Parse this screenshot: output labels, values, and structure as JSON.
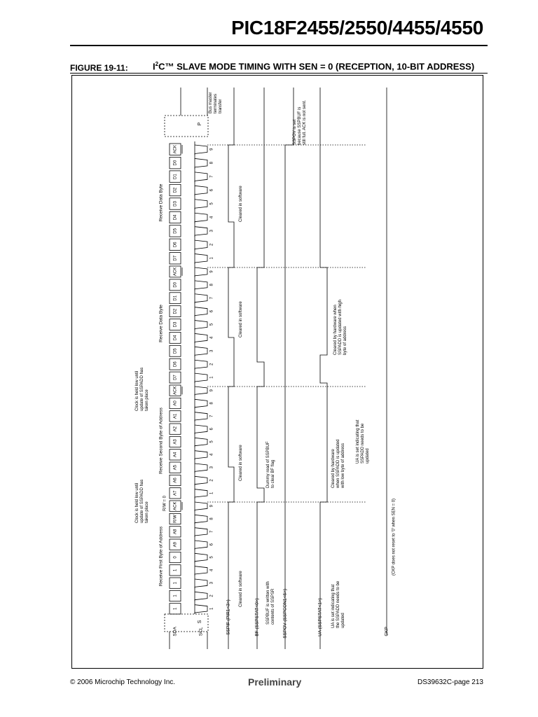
{
  "header": {
    "title": "PIC18F2455/2550/4455/4550"
  },
  "figure": {
    "number": "FIGURE 19-11:",
    "title_pre": "I",
    "title_sup": "2",
    "title_post": "C™ SLAVE MODE TIMING WITH SEN = 0 (RECEPTION, 10-BIT ADDRESS)"
  },
  "diagram": {
    "signals": {
      "sda": "SDA",
      "scl": "SCL",
      "sspif": "SSPIF (PIR1<3>)",
      "bf": "BF (SSPSTAT<0>)",
      "sspov": "SSPOV (SSPCON1<6>)",
      "ua": "UA (SSPSTAT<1>)",
      "ckp": "CKP"
    },
    "scl_markers": {
      "start": "S",
      "stop": "P"
    },
    "sda_bytes": [
      [
        "1",
        "1",
        "1",
        "1",
        "0",
        "A9",
        "A8",
        "R/W",
        "ACK"
      ],
      [
        "A7",
        "A6",
        "A5",
        "A4",
        "A3",
        "A2",
        "A1",
        "A0",
        "ACK"
      ],
      [
        "D7",
        "D6",
        "D5",
        "D4",
        "D3",
        "D2",
        "D1",
        "D0",
        "ACK"
      ],
      [
        "D7",
        "D6",
        "D5",
        "D4",
        "D3",
        "D2",
        "D1",
        "D0",
        "ACK"
      ]
    ],
    "clock_numbers": [
      "1",
      "2",
      "3",
      "4",
      "5",
      "6",
      "7",
      "8",
      "9"
    ],
    "rw_label": "R/W = 0",
    "byte_labels": [
      "Receive First Byte of Address",
      "Receive Second Byte of Address",
      "Receive Data Byte",
      "Receive Data Byte"
    ],
    "annotations": {
      "clock_held_1": [
        "Clock is held low until",
        "update of SSPADD has",
        "taken place"
      ],
      "clock_held_2": [
        "Clock is held low until",
        "update of SSPADD has",
        "taken place"
      ],
      "bus_master": [
        "Bus master",
        "terminates",
        "transfer"
      ],
      "cleared_sw": "Cleared in software",
      "sspbuf_written": [
        "SSPBUF is written with",
        "contents of SSPSR"
      ],
      "dummy_read": [
        "Dummy read of SSPBUF",
        "to clear BF flag"
      ],
      "ua_set_1": [
        "UA is set indicating that",
        "the SSPADD needs to be",
        "updated"
      ],
      "cleared_hw_low": [
        "Cleared by hardware",
        "when SSPADD is updated",
        "with low byte of address"
      ],
      "ua_set_2": [
        "UA is set indicating that",
        "SSPADD needs to be",
        "updated"
      ],
      "cleared_hw_high": [
        "Cleared by hardware when",
        "SSPADD is updated with high",
        "byte of address"
      ],
      "sspov_set": [
        "SSPOV is set",
        "because SSPBUF is",
        "still full. ACK is not sent."
      ],
      "ckp_note": "(CKP does not reset to '0' when SEN = 0)"
    }
  },
  "footer": {
    "copyright": "© 2006 Microchip Technology Inc.",
    "status": "Preliminary",
    "page": "DS39632C-page 213"
  }
}
